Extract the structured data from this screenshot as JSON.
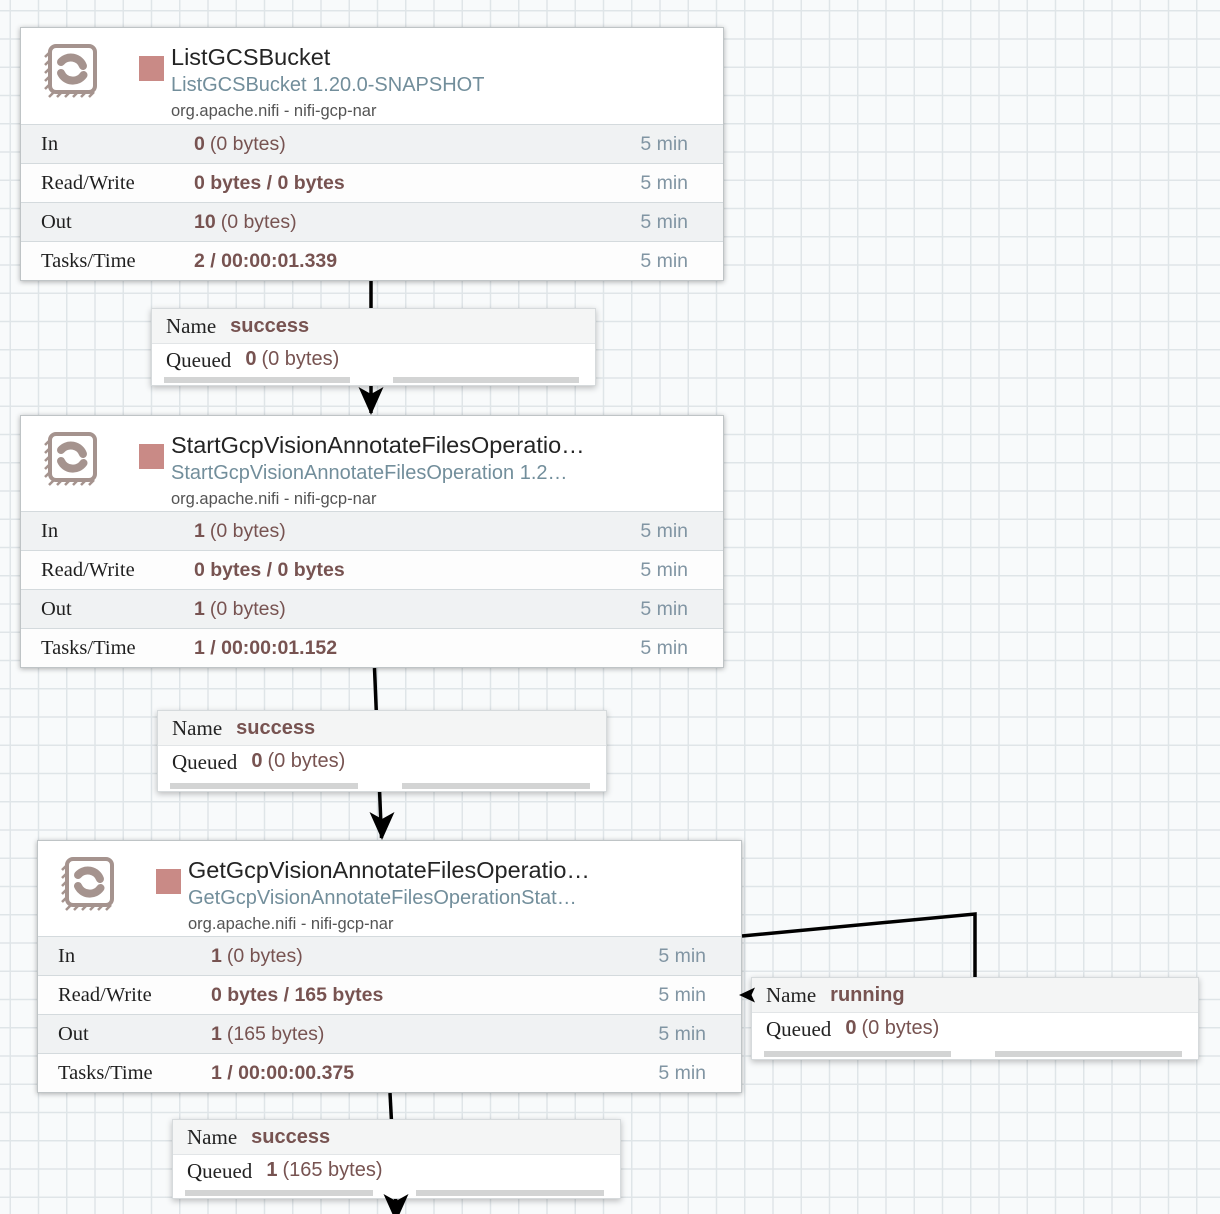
{
  "colors": {
    "bg": "#f8fafb",
    "grid": "#dfe5e8",
    "maroon": "#775351",
    "time": "#8195a3",
    "subtitle": "#728e9b",
    "status": "#c98a86",
    "iconc": "#a5938e",
    "rowalt": "#f0f2f3",
    "sep": "#d4dadd",
    "wire": "#000000",
    "bar": "#d3d4d4"
  },
  "labels": {
    "name": "Name",
    "queued": "Queued",
    "window": "5 min"
  },
  "icons": {
    "processor": "nifi-processor-stamp-icon",
    "status": "stopped-status-square",
    "arrow": "connection-arrowhead"
  },
  "processors": [
    {
      "title": "ListGCSBucket",
      "type_version": "ListGCSBucket 1.20.0-SNAPSHOT",
      "bundle": "org.apache.nifi - nifi-gcp-nar",
      "stats": [
        {
          "label": "In",
          "bold": "0",
          "rest": "(0 bytes)"
        },
        {
          "label": "Read/Write",
          "bold": "0 bytes / 0 bytes",
          "rest": ""
        },
        {
          "label": "Out",
          "bold": "10",
          "rest": "(0 bytes)"
        },
        {
          "label": "Tasks/Time",
          "bold": "2 / 00:00:01.339",
          "rest": ""
        }
      ]
    },
    {
      "title": "StartGcpVisionAnnotateFilesOperatio…",
      "type_version": "StartGcpVisionAnnotateFilesOperation 1.2…",
      "bundle": "org.apache.nifi - nifi-gcp-nar",
      "stats": [
        {
          "label": "In",
          "bold": "1",
          "rest": "(0 bytes)"
        },
        {
          "label": "Read/Write",
          "bold": "0 bytes / 0 bytes",
          "rest": ""
        },
        {
          "label": "Out",
          "bold": "1",
          "rest": "(0 bytes)"
        },
        {
          "label": "Tasks/Time",
          "bold": "1 / 00:00:01.152",
          "rest": ""
        }
      ]
    },
    {
      "title": "GetGcpVisionAnnotateFilesOperatio…",
      "type_version": "GetGcpVisionAnnotateFilesOperationStat…",
      "bundle": "org.apache.nifi - nifi-gcp-nar",
      "stats": [
        {
          "label": "In",
          "bold": "1",
          "rest": "(0 bytes)"
        },
        {
          "label": "Read/Write",
          "bold": "0 bytes / 165 bytes",
          "rest": ""
        },
        {
          "label": "Out",
          "bold": "1",
          "rest": "(165 bytes)"
        },
        {
          "label": "Tasks/Time",
          "bold": "1 / 00:00:00.375",
          "rest": ""
        }
      ]
    }
  ],
  "connections": [
    {
      "name": "success",
      "queued_bold": "0",
      "queued_rest": "(0 bytes)"
    },
    {
      "name": "success",
      "queued_bold": "0",
      "queued_rest": "(0 bytes)"
    },
    {
      "name": "running",
      "queued_bold": "0",
      "queued_rest": "(0 bytes)"
    },
    {
      "name": "success",
      "queued_bold": "1",
      "queued_rest": "(165 bytes)"
    }
  ]
}
